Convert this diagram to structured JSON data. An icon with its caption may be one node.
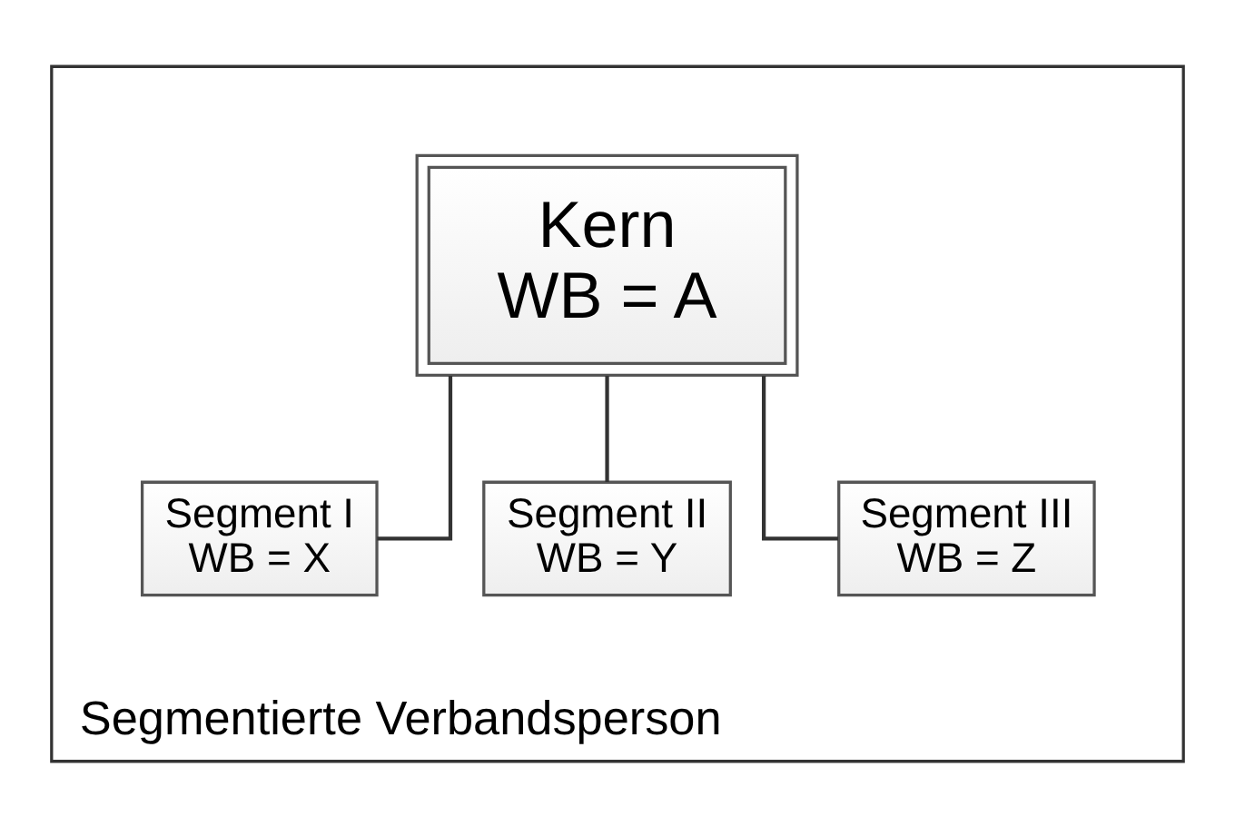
{
  "diagram": {
    "nodes": [
      {
        "text": [
          "Segmentierte Verbandsperson"
        ]
      },
      {
        "text": [
          "Kern",
          "WB = A"
        ],
        "in": 0
      },
      {
        "text": [
          "Segment I",
          "WB = X"
        ],
        "in": 0
      },
      {
        "text": [
          "Segment II",
          "WB = Y"
        ],
        "in": 0
      },
      {
        "text": [
          "Segment III",
          "WB = Z"
        ],
        "in": 0
      }
    ],
    "edges": [
      {
        "from": 1,
        "to": 2,
        "arrow": "none"
      },
      {
        "from": 1,
        "to": 3,
        "arrow": "none"
      },
      {
        "from": 1,
        "to": 4,
        "arrow": "none"
      }
    ]
  }
}
